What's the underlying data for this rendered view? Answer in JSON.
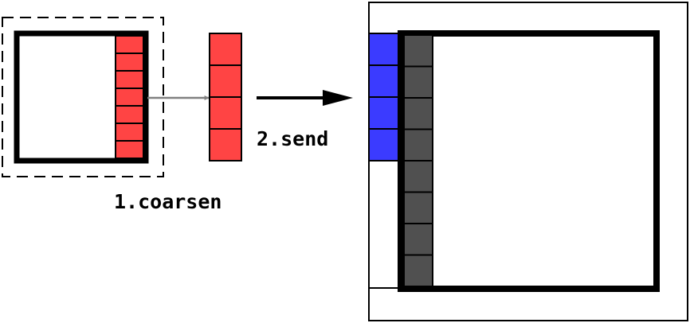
{
  "labels": {
    "step1": "1.coarsen",
    "step2": "2.send"
  },
  "fine_cells": 7,
  "coarse_cells": 4,
  "ghost_cells": 8,
  "received_cells": 4,
  "colors": {
    "fine_cell": "#ff4444",
    "coarse_cell": "#ff4444",
    "received_cell": "#3b3bff",
    "ghost_cell": "#505050",
    "outline": "#000000",
    "arrow_coarsen": "#808080",
    "arrow_send": "#000000"
  }
}
